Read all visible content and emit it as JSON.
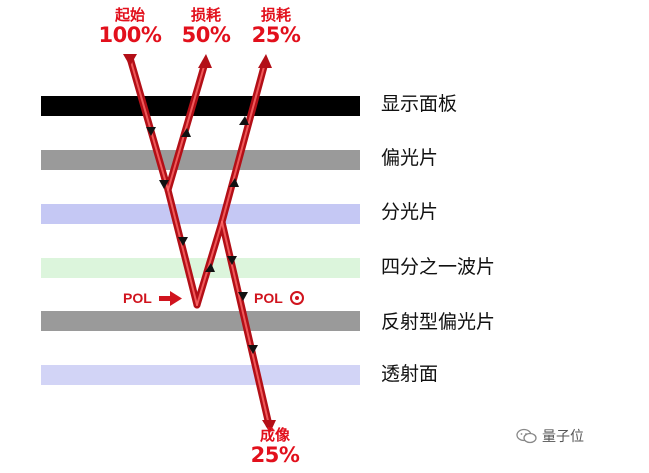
{
  "top_labels": [
    {
      "cn": "起始",
      "pct": "100%"
    },
    {
      "cn": "损耗",
      "pct": "50%"
    },
    {
      "cn": "损耗",
      "pct": "25%"
    }
  ],
  "bottom_label": {
    "cn": "成像",
    "pct": "25%"
  },
  "layers": [
    {
      "label": "显示面板",
      "color": "#000000"
    },
    {
      "label": "偏光片",
      "color": "#9a9a9a"
    },
    {
      "label": "分光片",
      "color": "#c5c8f4"
    },
    {
      "label": "四分之一波片",
      "color": "#dcf5dc"
    },
    {
      "label": "反射型偏光片",
      "color": "#9a9a9a"
    },
    {
      "label": "透射面",
      "color": "#d2d4f6"
    }
  ],
  "pol_left": "POL",
  "pol_right": "POL",
  "watermark": "量子位",
  "colors": {
    "ray": "#b30f17",
    "ray_highlight": "#ff5a5a",
    "label_red": "#e2101c"
  }
}
